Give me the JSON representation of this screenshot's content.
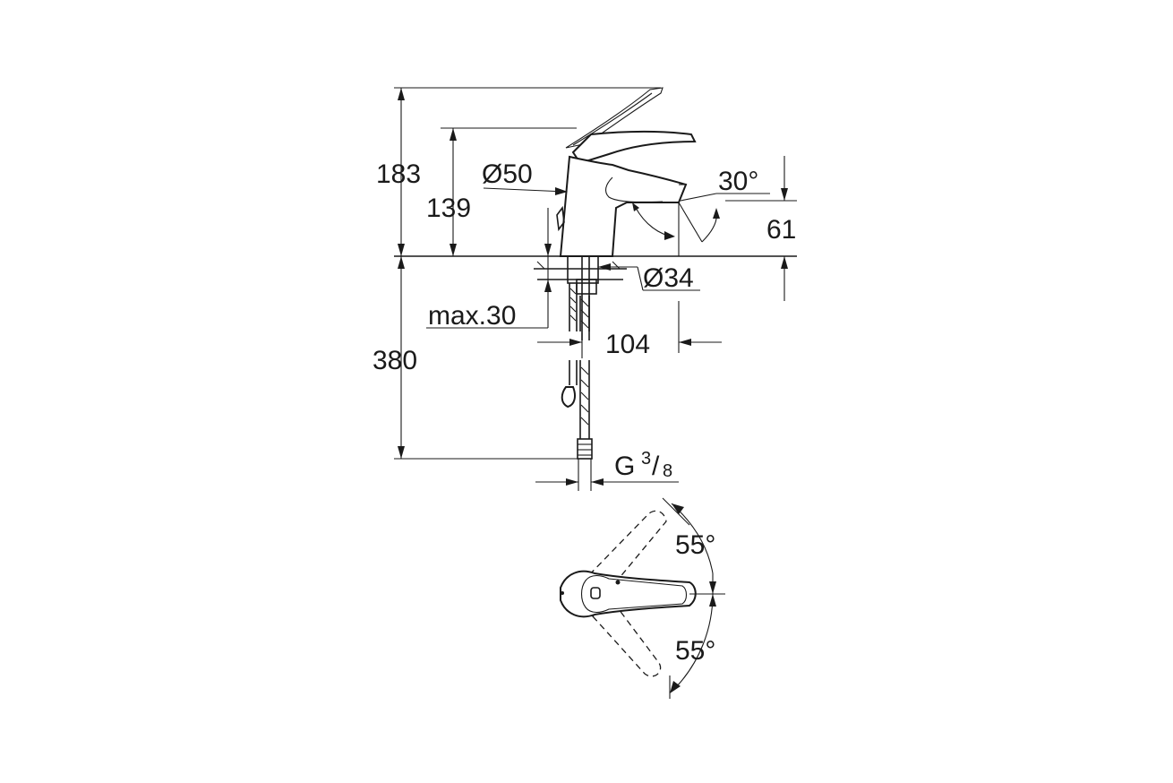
{
  "dimensions": {
    "overall_height": "183",
    "spout_height": "139",
    "body_diameter": "Ø50",
    "lever_angle": "30°",
    "spout_outlet_height": "61",
    "base_diameter": "Ø34",
    "max_countertop": "max.30",
    "projection": "104",
    "hose_length": "380",
    "thread_letter": "G",
    "thread_numerator": "3",
    "thread_slash": "/",
    "thread_denominator": "8",
    "swing_angle_top": "55°",
    "swing_angle_bottom": "55°"
  }
}
